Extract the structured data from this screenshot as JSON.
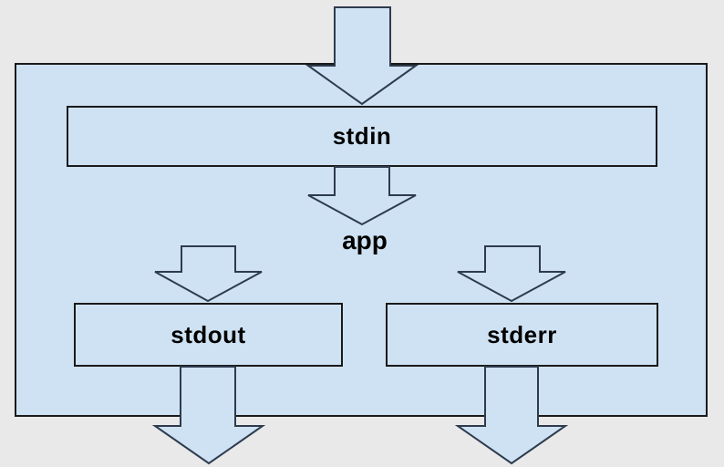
{
  "diagram": {
    "nodes": {
      "stdin": {
        "label": "stdin"
      },
      "stdout": {
        "label": "stdout"
      },
      "stderr": {
        "label": "stderr"
      }
    },
    "app_label": "app",
    "arrows": [
      "arrow-into-container",
      "arrow-stdin-to-app",
      "arrow-app-to-stdout",
      "arrow-app-to-stderr",
      "arrow-stdout-out",
      "arrow-stderr-out"
    ]
  },
  "colors": {
    "background": "#e9e9e9",
    "shape_fill": "#cfe2f3",
    "rect_stroke": "#1a1a1a",
    "arrow_stroke": "#2e3b4e",
    "text": "#000000"
  }
}
